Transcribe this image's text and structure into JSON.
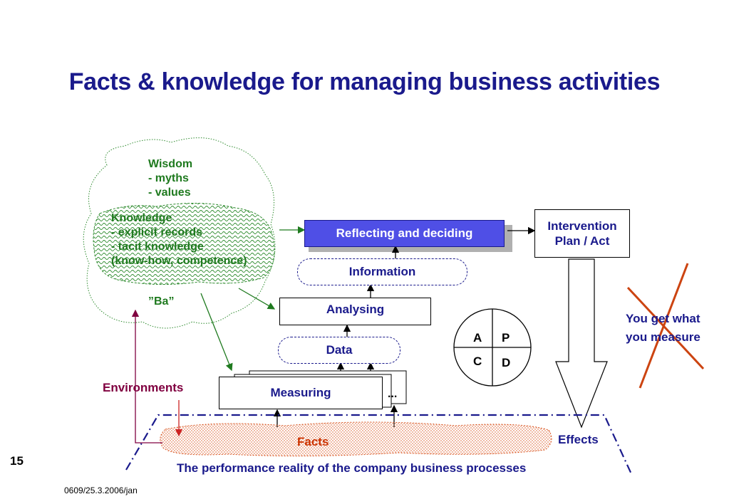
{
  "title": "Facts & knowledge for managing business activities",
  "wisdom": [
    "Wisdom",
    "- myths",
    "- values"
  ],
  "knowledge": [
    "Knowledge",
    "- explicit records",
    "- tacit knowledge",
    "(know-how, competence)"
  ],
  "ba": "”Ba”",
  "reflecting": "Reflecting and deciding",
  "intervention": [
    "Intervention",
    "Plan / Act"
  ],
  "information": "Information",
  "analysing": "Analysing",
  "data": "Data",
  "measuring": "Measuring",
  "measuring_more": "...",
  "environments": "Environments",
  "facts": "Facts",
  "effects": "Effects",
  "performance": "The performance reality of the company business processes",
  "pdca": {
    "a": "A",
    "p": "P",
    "c": "C",
    "d": "D"
  },
  "you_get": [
    "You get what",
    "you measure"
  ],
  "page_number": "15",
  "footer": "0609/25.3.2006/jan",
  "colors": {
    "title": "#1a1a8c",
    "green": "#1f7a1f",
    "environments": "#800040",
    "facts": "#cc3300",
    "cross": "#cc4411",
    "reflect_fill": "#5050e0"
  }
}
